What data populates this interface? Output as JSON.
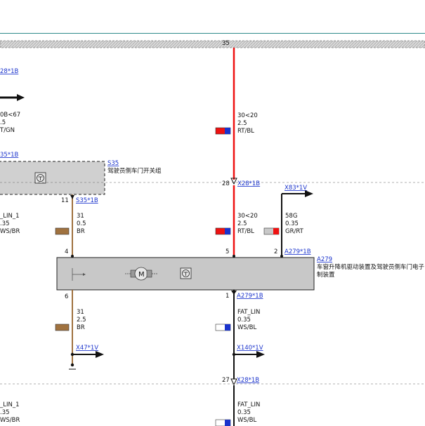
{
  "bus_pin_top": "35",
  "colors": {
    "red": "#ee1111",
    "brown": "#a0723f",
    "black": "#111111",
    "blue": "#1a33cc",
    "bar_gray": "#c8c8c8",
    "teal_rule": "#2e8b8b"
  },
  "left_column": {
    "conn_top": "28*1B",
    "wire_top": {
      "spec": "0B<67",
      "size": ".5",
      "color": "T/GN"
    },
    "conn_s35": "35*1B",
    "wire_mid": {
      "spec": "_LIN_1",
      "size": ".35",
      "color": "WS/BR"
    },
    "wire_bottom": {
      "spec": "_LIN_1",
      "size": ".35",
      "color": "WS/BR"
    }
  },
  "s35": {
    "id": "S35",
    "name": "驾驶员侧车门开关组",
    "icon": "switch-icon"
  },
  "brown_wire": {
    "pin_top": "11",
    "conn_top": "S35*1B",
    "upper": {
      "spec": "31",
      "size": "0.5",
      "color": "BR"
    },
    "pin_a279": "4",
    "pin_a279_bottom": "6",
    "lower": {
      "spec": "31",
      "size": "2.5",
      "color": "BR"
    },
    "conn_bottom": "X47*1V"
  },
  "red_wire": {
    "upper": {
      "spec": "30<20",
      "size": "2.5",
      "color": "RT/BL"
    },
    "pin_x28": "28",
    "conn_x28": "X28*1B",
    "lower": {
      "spec": "30<20",
      "size": "2.5",
      "color": "RT/BL"
    },
    "pin_a279": "5"
  },
  "gr_wire": {
    "conn_top": "X83*1V",
    "spec": "58G",
    "size": "0.35",
    "color": "GR/RT",
    "pin_a279": "2",
    "conn_a279": "A279*1B"
  },
  "a279": {
    "id": "A279",
    "name_line1": "车窗升降机驱动装置及驾驶员侧车门电子",
    "name_line2": "制装置",
    "motor_label": "M"
  },
  "fat_wire": {
    "pin_a279": "1",
    "conn_a279": "A279*1B",
    "upper": {
      "spec": "FAT_LIN",
      "size": "0.35",
      "color": "WS/BL"
    },
    "conn_mid": "X140*1V",
    "pin_x28": "27",
    "conn_x28": "X28*1B",
    "lower": {
      "spec": "FAT_LIN",
      "size": "0.35",
      "color": "WS/BL"
    }
  }
}
